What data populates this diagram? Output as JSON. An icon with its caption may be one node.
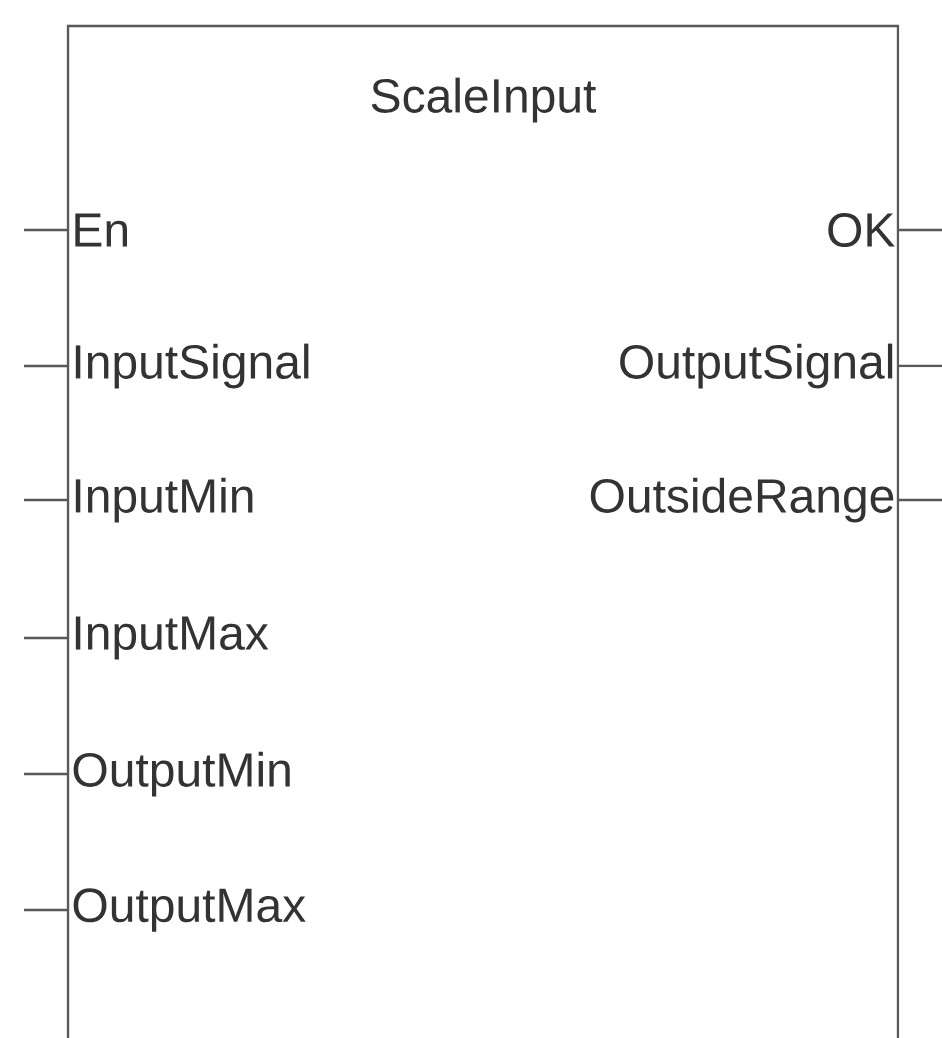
{
  "diagram": {
    "nodes": [
      {
        "text": [
          "ScaleInput"
        ]
      },
      {
        "text": [
          "En"
        ],
        "in": 0
      },
      {
        "text": [
          "InputSignal"
        ],
        "in": 0
      },
      {
        "text": [
          "InputMin"
        ],
        "in": 0
      },
      {
        "text": [
          "InputMax"
        ],
        "in": 0
      },
      {
        "text": [
          "OutputMin"
        ],
        "in": 0
      },
      {
        "text": [
          "OutputMax"
        ],
        "in": 0
      },
      {
        "text": [
          "OK"
        ],
        "in": 0
      },
      {
        "text": [
          "OutputSignal"
        ],
        "in": 0
      },
      {
        "text": [
          "OutsideRange"
        ],
        "in": 0
      }
    ],
    "edges": [
      {
        "from": null,
        "to": 1,
        "arrow": "none"
      },
      {
        "from": null,
        "to": 2,
        "arrow": "none"
      },
      {
        "from": null,
        "to": 3,
        "arrow": "none"
      },
      {
        "from": null,
        "to": 4,
        "arrow": "none"
      },
      {
        "from": null,
        "to": 5,
        "arrow": "none"
      },
      {
        "from": null,
        "to": 6,
        "arrow": "none"
      },
      {
        "from": 7,
        "to": null,
        "arrow": "none"
      },
      {
        "from": 8,
        "to": null,
        "arrow": "none"
      },
      {
        "from": 9,
        "to": null,
        "arrow": "none"
      }
    ]
  }
}
